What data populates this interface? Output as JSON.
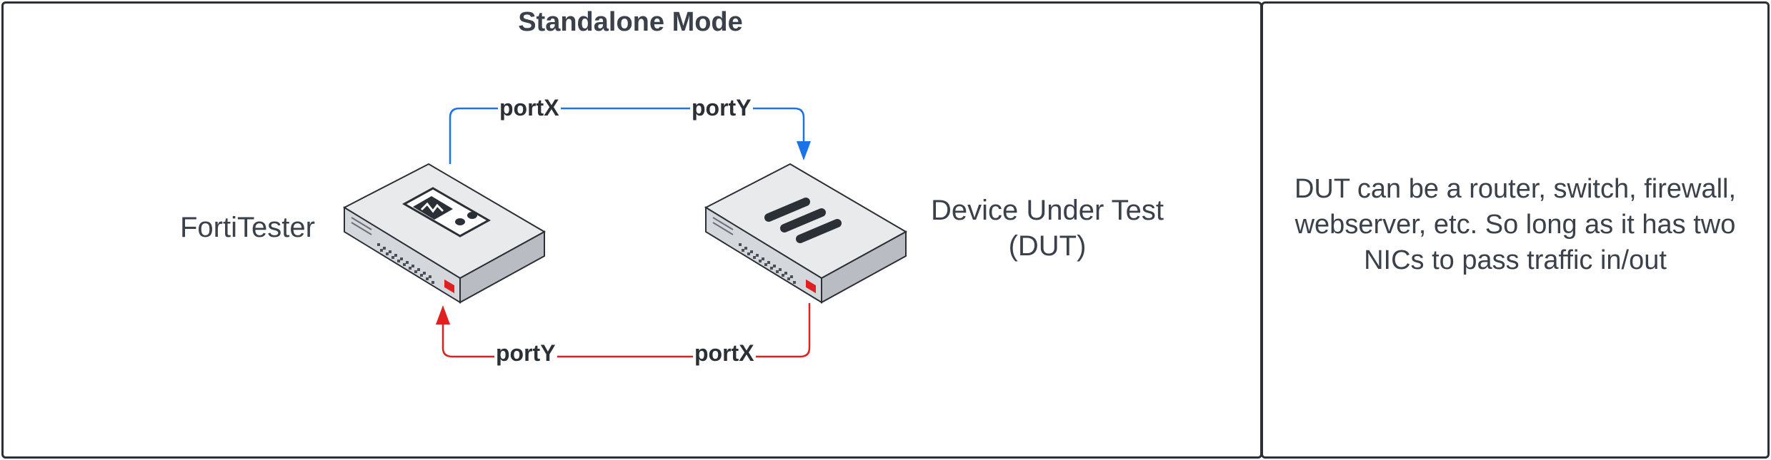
{
  "diagram": {
    "title": "Standalone Mode",
    "nodes": {
      "fortitester_label": "FortiTester",
      "dut_label_line1": "Device Under Test",
      "dut_label_line2": "(DUT)"
    },
    "connections": {
      "top_source_port": "portX",
      "top_target_port": "portY",
      "bottom_source_port": "portX",
      "bottom_target_port": "portY"
    },
    "note": "DUT can be a router, switch, firewall, webserver, etc. So long as it has two NICs to pass traffic in/out",
    "colors": {
      "top_link": "#1a73e8",
      "bottom_link": "#e02020",
      "text": "#3a414a",
      "device_top": "#e9eaec",
      "device_side": "#b9bdc3",
      "device_outline": "#2b2f36"
    }
  }
}
